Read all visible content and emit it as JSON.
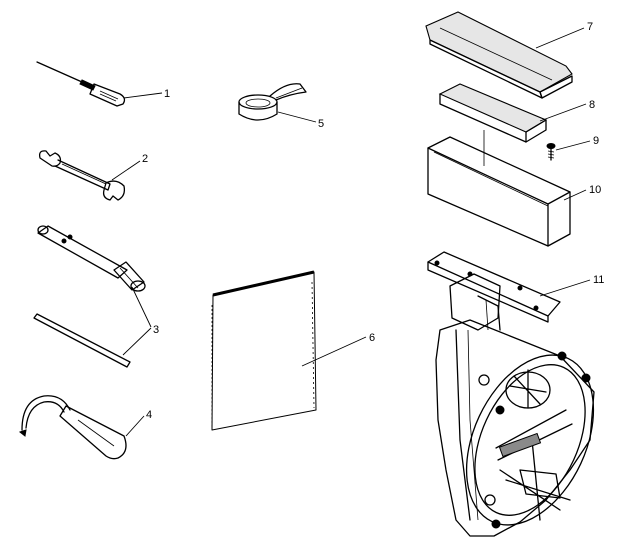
{
  "callouts": {
    "c1": "1",
    "c2": "2",
    "c3": "3",
    "c4": "4",
    "c5": "5",
    "c6": "6",
    "c7": "7",
    "c8": "8",
    "c9": "9",
    "c10": "10",
    "c11": "11"
  },
  "parts": [
    {
      "callout": "1",
      "icon": "screwdriver-icon"
    },
    {
      "callout": "2",
      "icon": "open-end-wrench-icon"
    },
    {
      "callout": "3",
      "icon": "spark-plug-socket-and-bar-icon"
    },
    {
      "callout": "4",
      "icon": "spanner-hook-wrench-icon"
    },
    {
      "callout": "5",
      "icon": "tape-roll-icon"
    },
    {
      "callout": "6",
      "icon": "owners-manual-icon"
    },
    {
      "callout": "7",
      "icon": "toolbox-lid-icon"
    },
    {
      "callout": "8",
      "icon": "foam-pad-icon"
    },
    {
      "callout": "9",
      "icon": "screw-icon"
    },
    {
      "callout": "10",
      "icon": "toolbox-tray-icon"
    },
    {
      "callout": "11",
      "icon": "mounting-bracket-housing-icon"
    }
  ]
}
